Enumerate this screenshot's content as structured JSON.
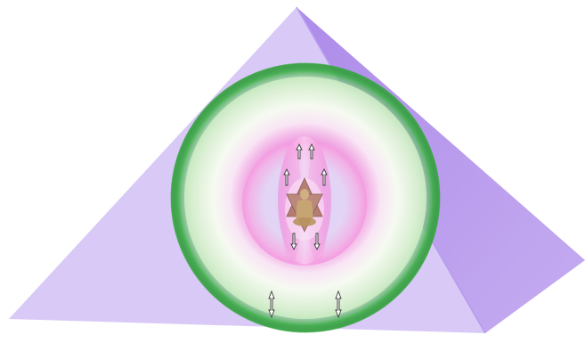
{
  "scene": {
    "colors": {
      "background": "#ffffff",
      "pyramid_front": "#d2c2f3",
      "pyramid_right": "#b294ea",
      "pyramid_edge": "#c2a9ef",
      "outer_ring": "#3fae4a",
      "outer_ring_light": "#9bd59a",
      "torus_white": "#f7fbf2",
      "torus_pink": "#f59ae0",
      "torus_green": "#c9ecc0",
      "inner_sphere": "#e6dcf4",
      "inner_sphere_pink": "#f4a6e6",
      "merkaba": "#9a6a5a",
      "figure": "#c9a873",
      "arrow": "#3a3a3a"
    },
    "icons": [
      "pyramid-shape",
      "sphere-shell-shape",
      "torus-shape",
      "inner-sphere-shape",
      "star-tetrahedron-shape",
      "seated-figure-shape",
      "energy-arrow-icon"
    ]
  }
}
